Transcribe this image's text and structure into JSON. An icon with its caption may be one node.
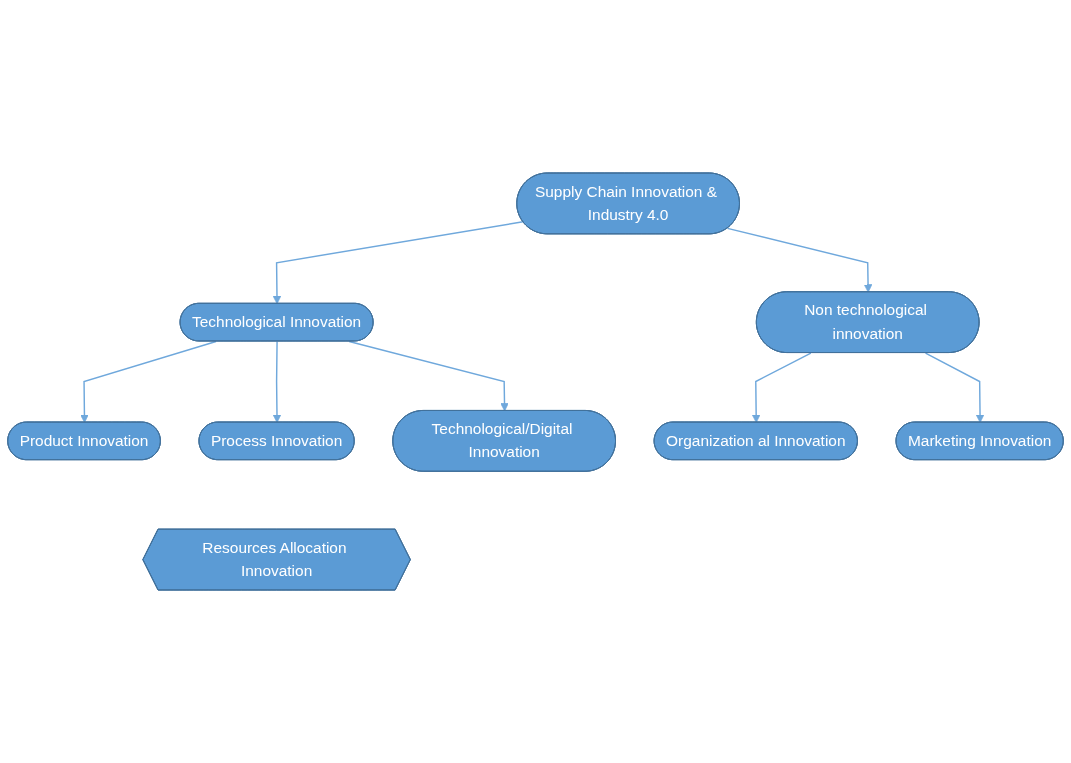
{
  "diagram": {
    "nodes": [
      {
        "text": [
          "Supply Chain Innovation & Industry 4.0"
        ]
      },
      {
        "text": [
          "Technological Innovation"
        ]
      },
      {
        "text": [
          "Non technological innovation"
        ]
      },
      {
        "text": [
          "Product Innovation"
        ]
      },
      {
        "text": [
          "Process Innovation"
        ]
      },
      {
        "text": [
          "Technological/Digital Innovation"
        ]
      },
      {
        "text": [
          "Organization al Innovation"
        ]
      },
      {
        "text": [
          "Marketing Innovation"
        ]
      },
      {
        "text": [
          "Resources Allocation Innovation"
        ]
      }
    ],
    "edges": [
      {
        "from": 0,
        "to": 1,
        "arrow": "to"
      },
      {
        "from": 0,
        "to": 2,
        "arrow": "to"
      },
      {
        "from": 1,
        "to": 3,
        "arrow": "to"
      },
      {
        "from": 1,
        "to": 4,
        "arrow": "to"
      },
      {
        "from": 1,
        "to": 5,
        "arrow": "to"
      },
      {
        "from": 2,
        "to": 6,
        "arrow": "to"
      },
      {
        "from": 2,
        "to": 7,
        "arrow": "to"
      }
    ]
  }
}
